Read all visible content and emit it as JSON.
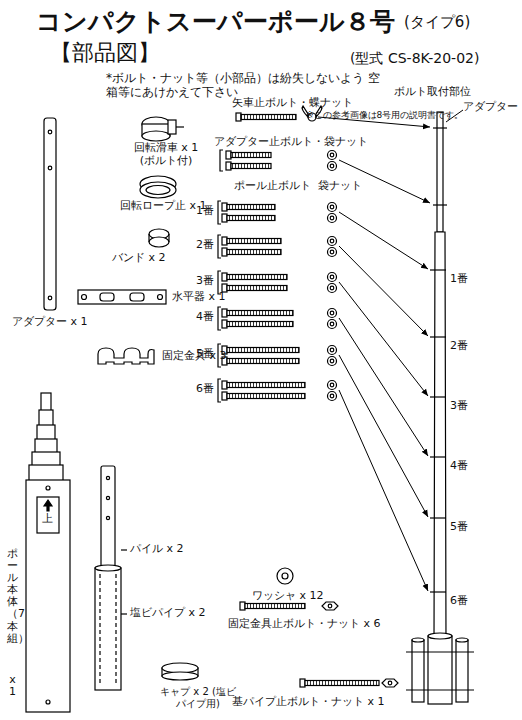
{
  "diagram": {
    "title": "コンパクトスーパーポール８号",
    "labels": [
      "(タイプ6)",
      "【部品図】",
      "(型式 CS-8K-20-02)",
      "*ボルト・ナット等（小部品）は紛失しないよう 空箱等にあけかえて下さい",
      "※この参考画像は8号用の説明書です。",
      "矢車止ボルト・蝶ナット",
      "ボルト取付部位",
      "アダプター",
      "回転滑車 x 1 (ボルト付)",
      "アダプター止ボルト・袋ナット",
      "回転ロープ止 x 1",
      "ポール止ボルト",
      "袋ナット",
      "1番",
      "2番",
      "3番",
      "4番",
      "5番",
      "6番",
      "バンド x 2",
      "水平器 x 1",
      "アダプター x 1",
      "固定金具 x 3",
      "1番",
      "2番",
      "3番",
      "4番",
      "5番",
      "6番",
      "ポール本体（7本組）",
      "x 1",
      "上",
      "パイル x 2",
      "ワッシャ x 12",
      "塩ビパイプ x 2",
      "固定金具止ボルト・ナット x 6",
      "基パイプ止ボルト・ナット x 1",
      "キャプ x 2 (塩ビパイプ用)"
    ]
  }
}
